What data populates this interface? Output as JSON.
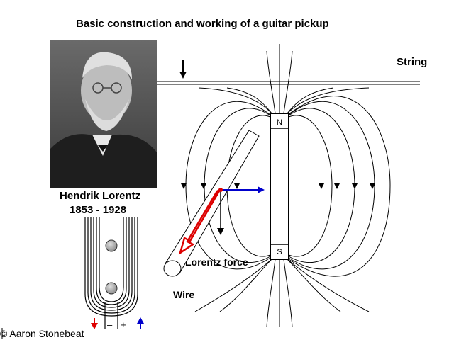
{
  "title": "Basic construction and working of a guitar pickup",
  "labels": {
    "string": "String",
    "person_name": "Hendrik Lorentz",
    "person_years": "1853 - 1928",
    "force": "Lorentz force",
    "wire": "Wire",
    "magnet_north": "N",
    "magnet_south": "S",
    "minus": "–",
    "plus": "+",
    "copyright": "© Aaron Stonebeat"
  },
  "colors": {
    "force_arrow": "#dd0000",
    "velocity_arrow": "#0000cc",
    "photo_bg": "#5a5a5a"
  },
  "icons": {
    "photo": "portrait-photo",
    "string_direction": "down-arrow-icon"
  }
}
